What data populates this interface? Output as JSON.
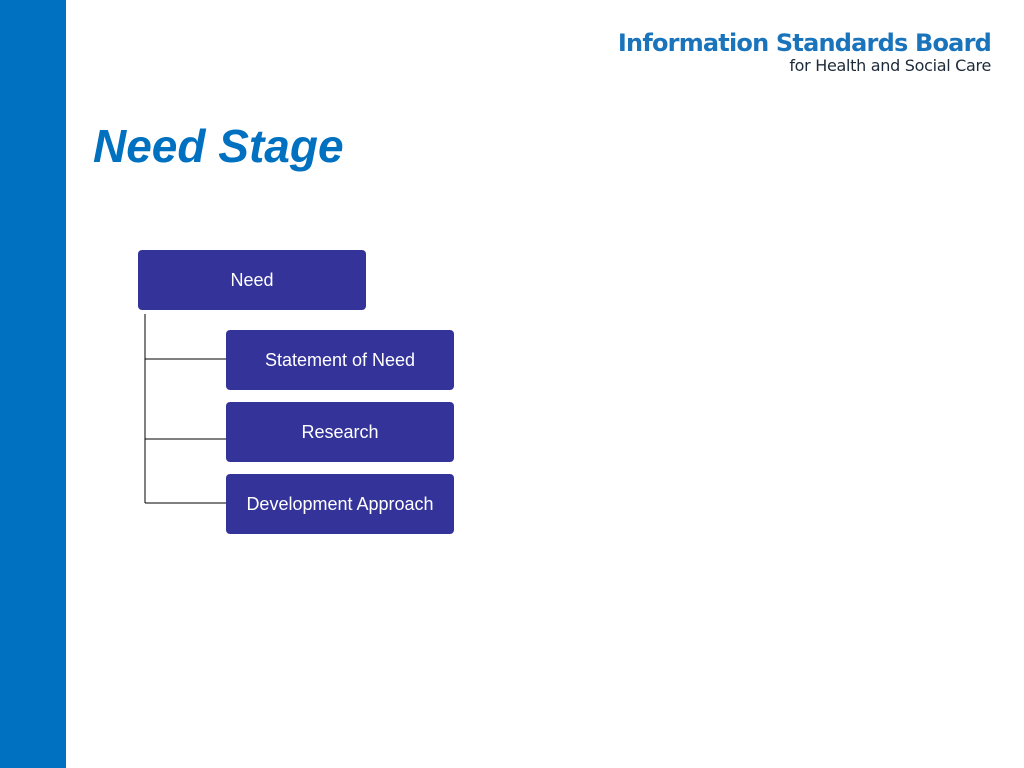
{
  "logo": {
    "line1": "Information Standards Board",
    "line2": "for Health and Social Care"
  },
  "title": "Need Stage",
  "diagram": {
    "root": "Need",
    "children": [
      "Statement of Need",
      "Research",
      "Development Approach"
    ]
  },
  "colors": {
    "sidebar": "#0070c0",
    "title": "#0070c0",
    "node_fill": "#343399",
    "node_text": "#ffffff",
    "connector": "#000000"
  }
}
